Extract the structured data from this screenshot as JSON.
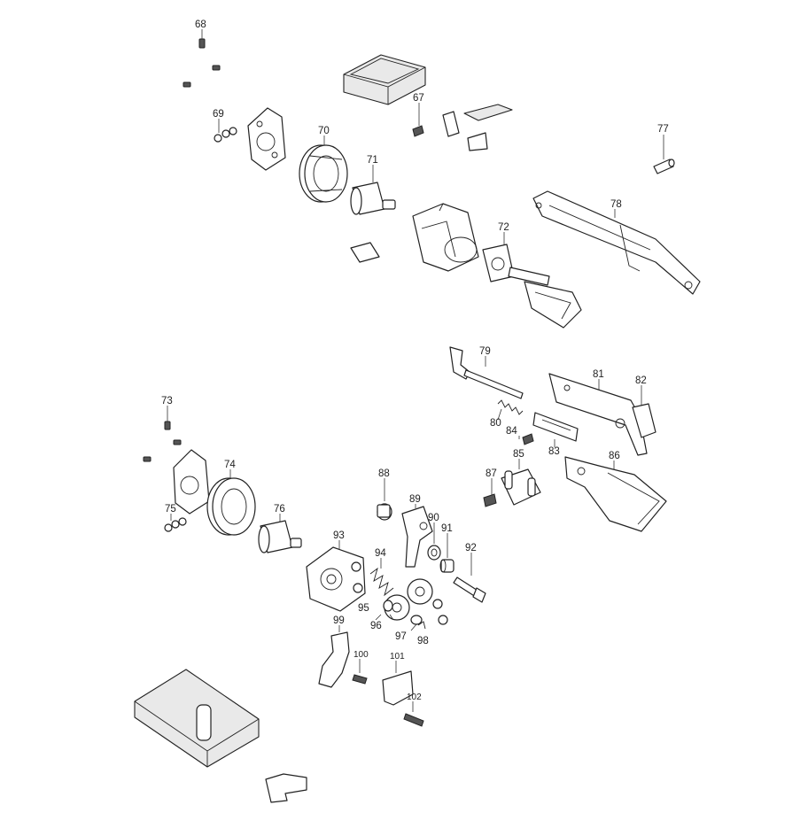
{
  "callouts": {
    "c67": "67",
    "c68": "68",
    "c69": "69",
    "c70": "70",
    "c71": "71",
    "c72": "72",
    "c73": "73",
    "c74": "74",
    "c75": "75",
    "c76": "76",
    "c77": "77",
    "c78": "78",
    "c79": "79",
    "c80": "80",
    "c81": "81",
    "c82": "82",
    "c83": "83",
    "c84": "84",
    "c85": "85",
    "c86": "86",
    "c87": "87",
    "c88": "88",
    "c89": "89",
    "c90": "90",
    "c91": "91",
    "c92": "92",
    "c93": "93",
    "c94": "94",
    "c95": "95",
    "c96": "96",
    "c97": "97",
    "c98": "98",
    "c99": "99",
    "c100": "100",
    "c101": "101",
    "c102": "102"
  }
}
